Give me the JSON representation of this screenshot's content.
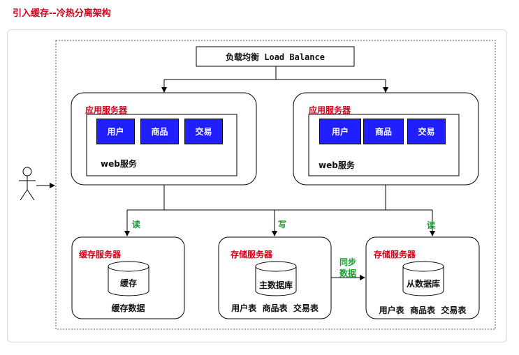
{
  "title": "引入缓存--冷热分离架构",
  "load_balancer": "负载均衡 Load Balance",
  "app_servers": [
    {
      "title": "应用服务器",
      "modules": [
        "用户",
        "商品",
        "交易"
      ],
      "service": "web服务"
    },
    {
      "title": "应用服务器",
      "modules": [
        "用户",
        "商品",
        "交易"
      ],
      "service": "web服务"
    }
  ],
  "edges": {
    "read_left": "读",
    "write": "写",
    "read_right": "读",
    "sync": "同步\n数据"
  },
  "cache_server": {
    "title": "缓存服务器",
    "db": "缓存",
    "caption": "缓存数据"
  },
  "storage_master": {
    "title": "存储服务器",
    "db": "主数据库",
    "tables": "用户表  商品表  交易表"
  },
  "storage_slave": {
    "title": "存储服务器",
    "db": "从数据库",
    "tables": "用户表  商品表  交易表"
  },
  "colors": {
    "title_red": "#d0021b",
    "module_blue": "#1f1fff",
    "edge_green": "#1a9e2c"
  },
  "icons": {
    "user": "stick-figure-icon"
  }
}
